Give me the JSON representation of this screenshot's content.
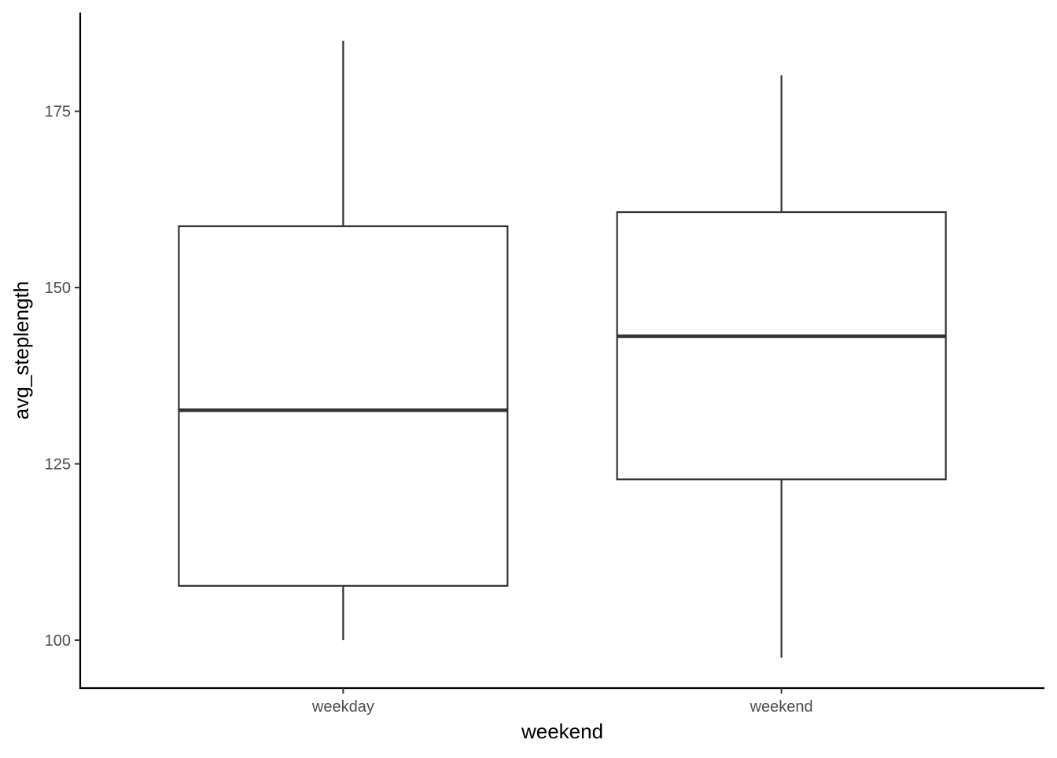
{
  "chart_data": {
    "type": "boxplot",
    "title": "",
    "xlabel": "weekend",
    "ylabel": "avg_steplength",
    "ylim": [
      93.2,
      189
    ],
    "yticks": [
      100,
      125,
      150,
      175
    ],
    "grid": false,
    "categories": [
      "weekday",
      "weekend"
    ],
    "boxes": [
      {
        "category": "weekday",
        "min": 100.0,
        "q1": 107.7,
        "median": 132.6,
        "q3": 158.7,
        "max": 185.0
      },
      {
        "category": "weekend",
        "min": 97.5,
        "q1": 122.8,
        "median": 143.1,
        "q3": 160.7,
        "max": 180.1
      }
    ]
  }
}
